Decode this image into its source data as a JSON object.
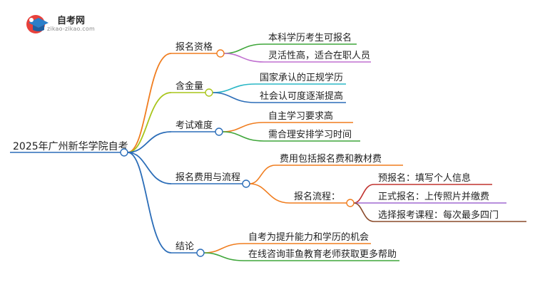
{
  "logo": {
    "name": "自考网",
    "url_text": "zikao-zikao.com"
  },
  "mindmap": {
    "root": "2025年广州新华学院自考",
    "branches": [
      {
        "label": "报名资格",
        "color": "#f07d1f",
        "children": [
          {
            "label": "本科学历考生可报名",
            "color": "#3fa63a"
          },
          {
            "label": "灵活性高，适合在职人员",
            "color": "#c070d0"
          }
        ]
      },
      {
        "label": "含金量",
        "color": "#a8c51a",
        "children": [
          {
            "label": "国家承认的正规学历",
            "color": "#2ab7c6"
          },
          {
            "label": "社会认可度逐渐提高",
            "color": "#2b6db8"
          }
        ]
      },
      {
        "label": "考试难度",
        "color": "#2b6db8",
        "children": [
          {
            "label": "自主学习要求高",
            "color": "#f07d1f"
          },
          {
            "label": "需合理安排学习时间",
            "color": "#3fa63a"
          }
        ]
      },
      {
        "label": "报名费用与流程",
        "color": "#2b6db8",
        "children": [
          {
            "label": "费用包括报名费和教材费",
            "color": "#f07d1f"
          },
          {
            "label": "报名流程：",
            "color": "#f07d1f",
            "children": [
              {
                "label": "预报名：填写个人信息",
                "color": "#c0322f"
              },
              {
                "label": "正式报名：上传照片并缴费",
                "color": "#a06ad0"
              },
              {
                "label": "选择报考课程：每次最多四门",
                "color": "#8a4a2a"
              }
            ]
          }
        ]
      },
      {
        "label": "结论",
        "color": "#2b6db8",
        "children": [
          {
            "label": "自考为提升能力和学历的机会",
            "color": "#f07d1f"
          },
          {
            "label": "在线咨询菲鱼教育老师获取更多帮助",
            "color": "#3fa63a"
          }
        ]
      }
    ]
  },
  "colors": {
    "root_line": "#2b6db8",
    "text": "#222222"
  }
}
